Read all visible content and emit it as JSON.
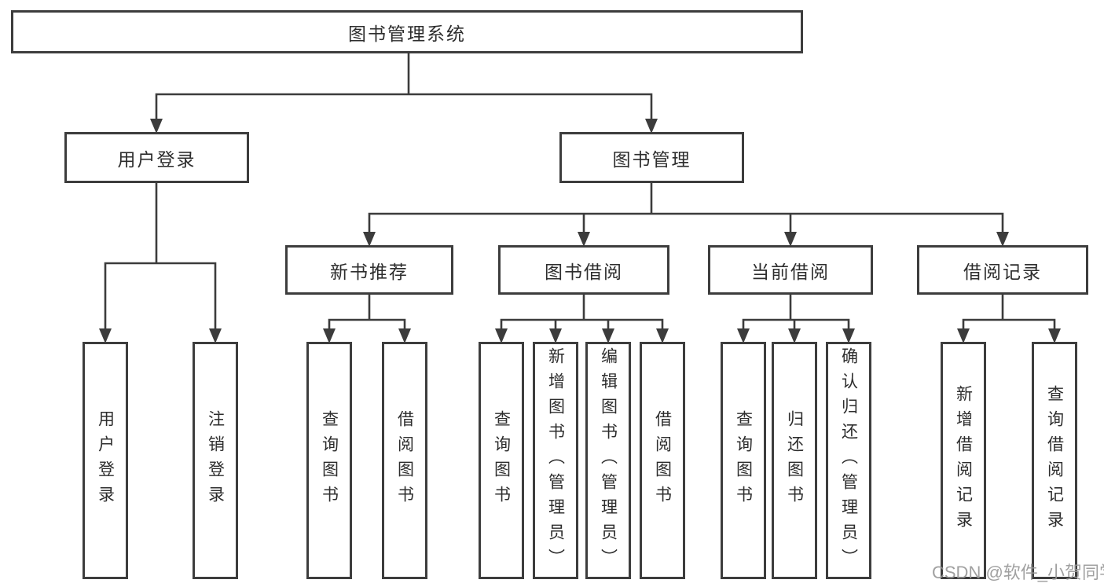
{
  "diagram": {
    "root": {
      "label": "图书管理系统"
    },
    "branches": [
      {
        "label": "用户登录",
        "children": [
          "用户登录",
          "注销登录"
        ]
      },
      {
        "label": "图书管理",
        "groups": [
          {
            "label": "新书推荐",
            "children": [
              "查询图书",
              "借阅图书"
            ]
          },
          {
            "label": "图书借阅",
            "children": [
              "查询图书",
              "新增图书（管理员）",
              "编辑图书（管理员）",
              "借阅图书"
            ]
          },
          {
            "label": "当前借阅",
            "children": [
              "查询图书",
              "归还图书",
              "确认归还（管理员）"
            ]
          },
          {
            "label": "借阅记录",
            "children": [
              "新增借阅记录",
              "查询借阅记录"
            ]
          }
        ]
      }
    ]
  },
  "watermark": "CSDN @软件_小贺同学",
  "colors": {
    "line": "#3c3c3c",
    "text": "#2d2d2d",
    "background": "#ffffff"
  }
}
